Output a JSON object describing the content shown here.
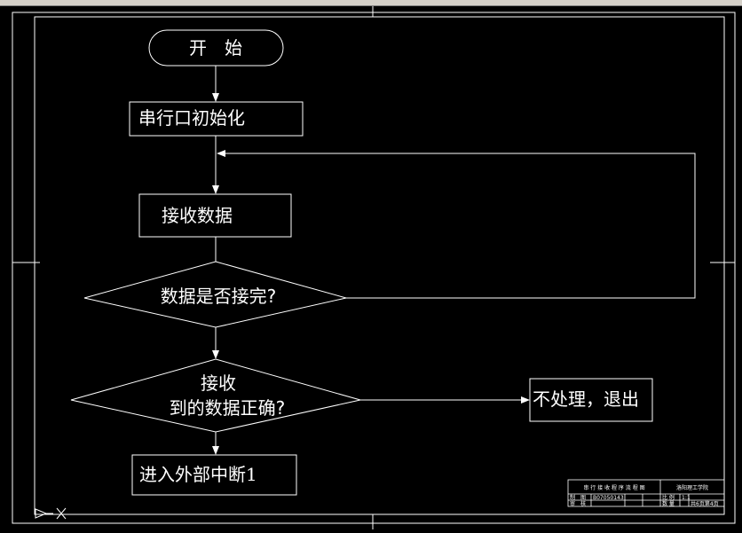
{
  "flowchart": {
    "start": "开　始",
    "init": "串行口初始化",
    "receive": "接收数据",
    "decision1": "数据是否接完?",
    "decision2_line1": "接收",
    "decision2_line2": "到的数据正确?",
    "error": "不处理，退出",
    "interrupt": "进入外部中断1"
  },
  "title_block": {
    "drawing_title": "串 行 接 收 程 序 流 程 图",
    "school": "洛阳理工学院",
    "row2_c1": "制　图",
    "row2_c2": "B07050143",
    "row2_c3": "比 例",
    "row2_c4": "1:1",
    "row3_c1": "审　核",
    "row3_c3": "数 量",
    "row3_c5": "共6页第4页"
  },
  "colors": {
    "background": "#000000",
    "line": "#ffffff"
  }
}
